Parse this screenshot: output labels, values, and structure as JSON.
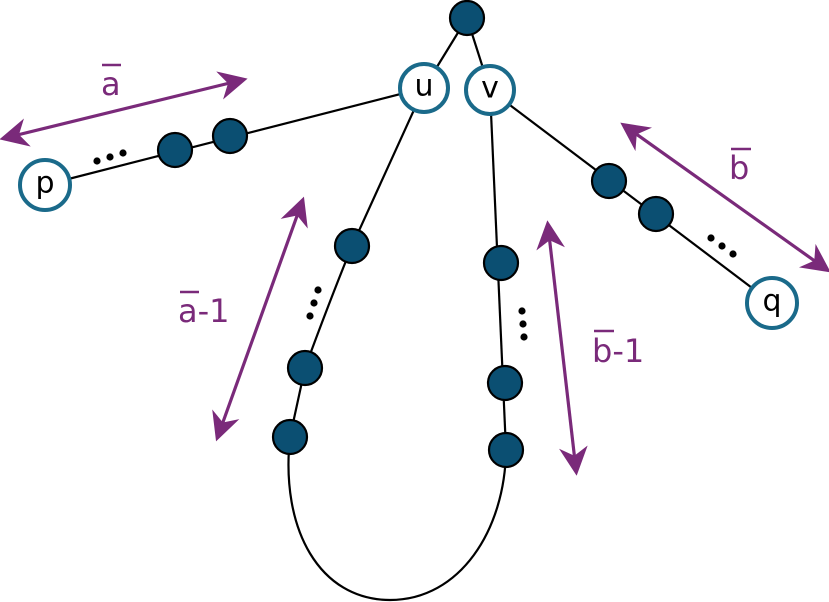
{
  "colors": {
    "node_fill": "#0b4f72",
    "node_ring": "#1a6a8a",
    "arrow": "#7a2a7a",
    "edge": "#000000"
  },
  "nodes": {
    "u": "u",
    "v": "v",
    "p": "p",
    "q": "q"
  },
  "measures": {
    "a": "a",
    "a_minus_1": "a-1",
    "b": "b",
    "b_minus_1": "b-1"
  }
}
